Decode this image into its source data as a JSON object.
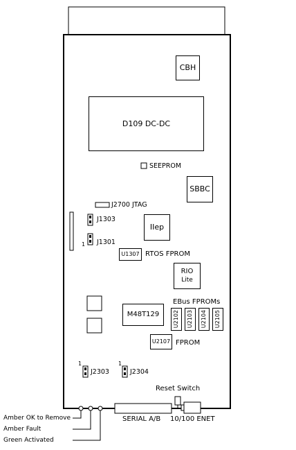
{
  "board": {
    "chips": {
      "cbh": "CBH",
      "dcdc": "D109 DC-DC",
      "seeprom": "SEEPROM",
      "sbbc": "SBBC",
      "j2700": "J2700 JTAG",
      "j1303": "J1303",
      "j1301": "J1301",
      "j1301_pin": "1",
      "iiep": "IIep",
      "u1307": "U1307",
      "rtos_fprom": "RTOS  FPROM",
      "rio_line1": "RIO",
      "rio_line2": "Lite",
      "m48t129": "M48T129",
      "ebus_fproms": "EBus  FPROMs",
      "u2102": "U2102",
      "u2103": "U2103",
      "u2104": "U2104",
      "u2105": "U2105",
      "u2107": "U2107",
      "fprom": "FPROM",
      "j2303": "J2303",
      "j2303_pin": "1",
      "j2304": "J2304",
      "j2304_pin": "1"
    },
    "connectors": {
      "reset_switch": "Reset  Switch",
      "serial_ab": "SERIAL  A/B",
      "enet": "10/100  ENET"
    },
    "leds": {
      "amber_ok": "Amber  OK to Remove",
      "amber_fault": "Amber Fault",
      "green_activated": "Green Activated"
    }
  }
}
